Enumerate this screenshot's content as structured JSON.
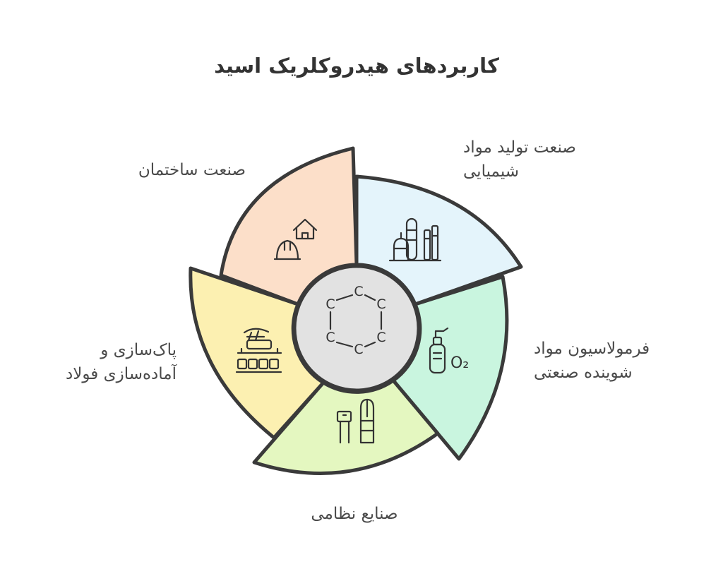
{
  "title": "کاربردهای هیدروکلریک اسید",
  "center": {
    "icon": "benzene-ring-icon",
    "atoms": [
      "C",
      "C",
      "C",
      "C",
      "C",
      "C"
    ]
  },
  "segments": [
    {
      "id": "chemical",
      "label_lines": [
        "صنعت تولید مواد",
        "شیمیایی"
      ],
      "icon": "chemical-plant-icon",
      "color": "#e4f4fb"
    },
    {
      "id": "detergent",
      "label_lines": [
        "فرمولاسیون مواد",
        "شوینده صنعتی"
      ],
      "icon": "spray-bottle-oxygen-icon",
      "icon_text": "O₂",
      "color": "#c9f5df"
    },
    {
      "id": "military",
      "label_lines": [
        "صنایع نظامی"
      ],
      "icon": "military-equipment-icon",
      "color": "#e4f7c0"
    },
    {
      "id": "steel",
      "label_lines": [
        "پاک‌سازی و",
        "آماده‌سازی فولاد"
      ],
      "icon": "steel-cleaning-icon",
      "color": "#fcf0b1"
    },
    {
      "id": "construction",
      "label_lines": [
        "صنعت ساختمان"
      ],
      "icon": "house-hardhat-icon",
      "color": "#fcdfc9"
    }
  ],
  "colors": {
    "outline": "#3a3a3a",
    "text": "#4a4a4a",
    "center_fill": "#e2e2e2"
  }
}
